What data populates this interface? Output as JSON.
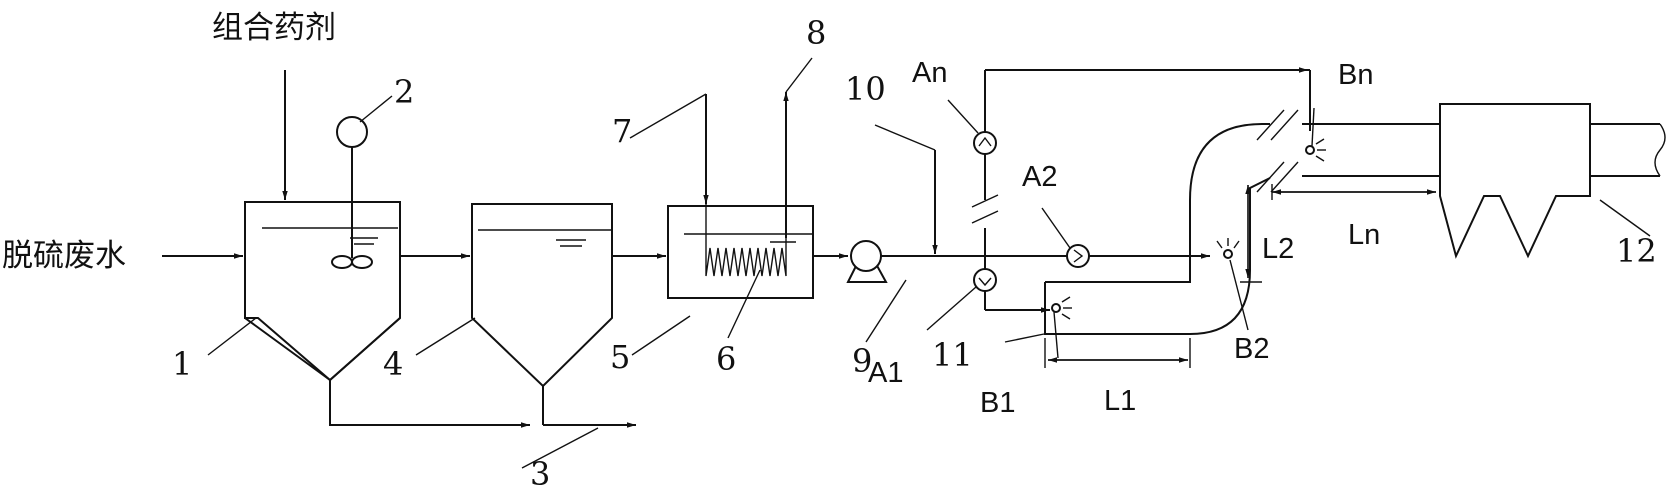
{
  "labels": {
    "chemical": "组合药剂",
    "wastewater": "脱硫废水",
    "n1": "1",
    "n2": "2",
    "n3": "3",
    "n4": "4",
    "n5": "5",
    "n6": "6",
    "n7": "7",
    "n8": "8",
    "n9": "9",
    "n10": "10",
    "n11": "11",
    "n12": "12",
    "A1": "A1",
    "A2": "A2",
    "An": "An",
    "B1": "B1",
    "B2": "B2",
    "Bn": "Bn",
    "L1": "L1",
    "L2": "L2",
    "Ln": "Ln"
  }
}
